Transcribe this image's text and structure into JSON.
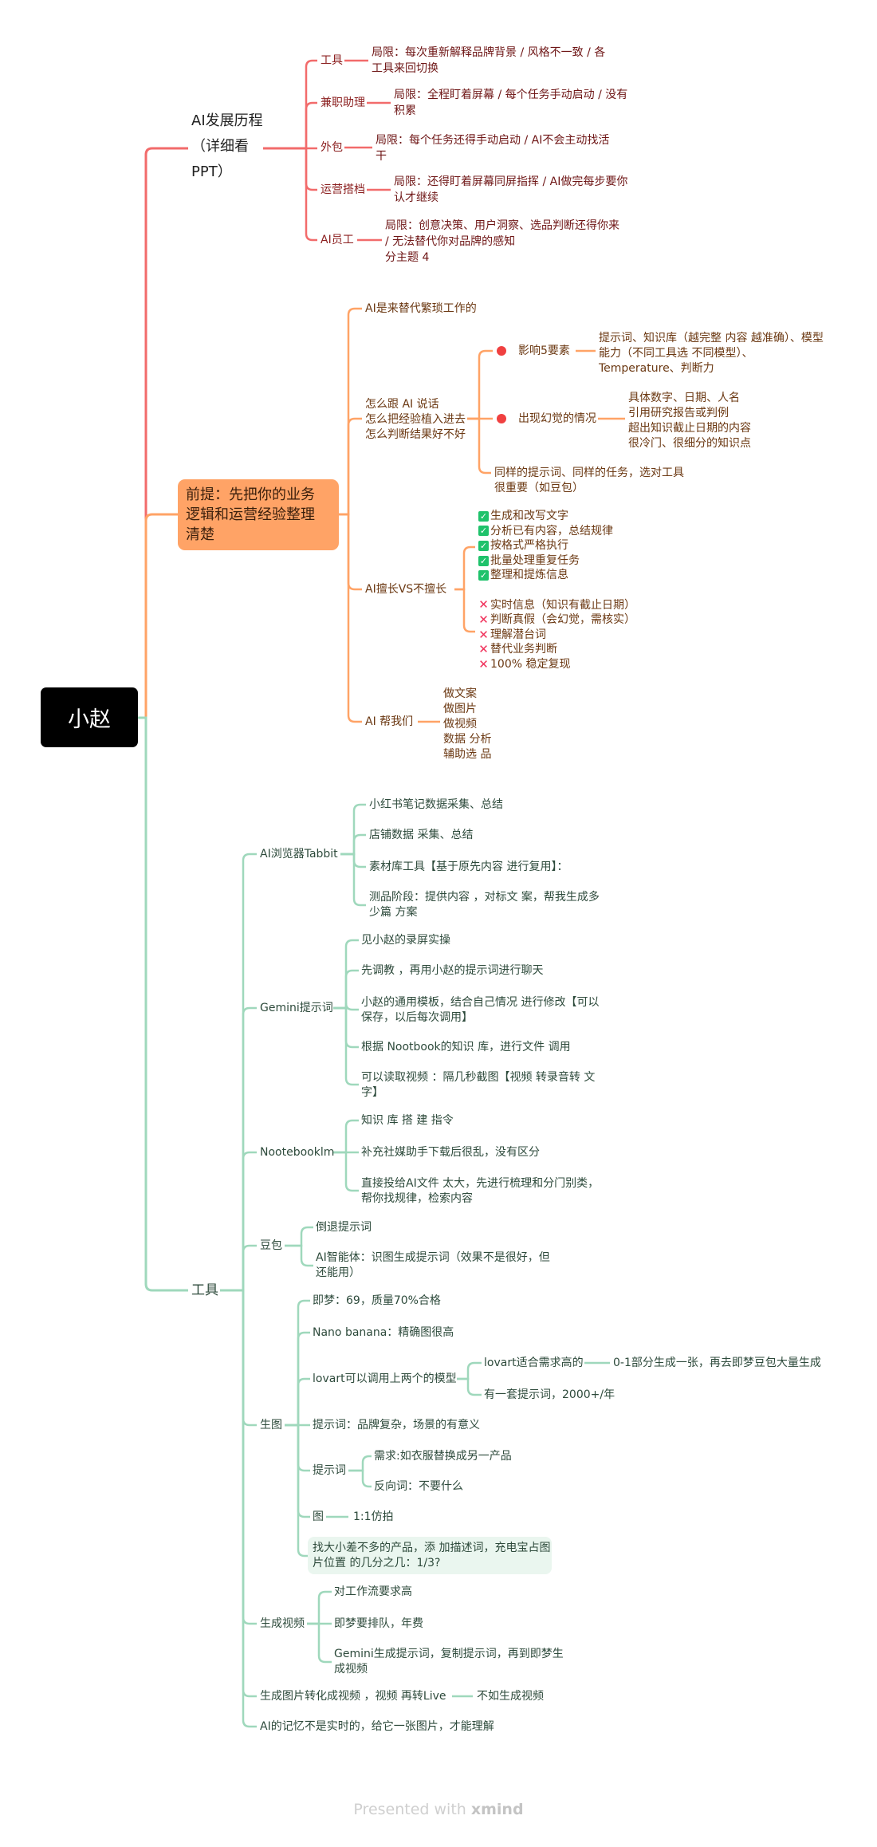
{
  "root": {
    "label": "小赵"
  },
  "history": {
    "label": "AI发展历程\n（详细看\nPPT）",
    "items": [
      {
        "label": "工具",
        "detail": "局限：每次重新解释品牌背景 / 风格不一致 / 各\n工具来回切换"
      },
      {
        "label": "兼职助理",
        "detail": "局限：全程盯着屏幕 / 每个任务手动启动 / 没有\n积累"
      },
      {
        "label": "外包",
        "detail": "局限：每个任务还得手动启动 / AI不会主动找活\n干"
      },
      {
        "label": "运营搭档",
        "detail": "局限：还得盯着屏幕同屏指挥 / AI做完每步要你\n认才继续"
      },
      {
        "label": "AI员工",
        "detail": "局限：创意决策、用户洞察、选品判断还得你来\n/ 无法替代你对品牌的感知\n分主题 4"
      }
    ]
  },
  "premise": {
    "label": "前提：先把你的业务\n逻辑和运营经验整理\n清楚",
    "replace": "AI是来替代繁琐工作的",
    "talk": {
      "label": "怎么跟 AI 说话\n怎么把经验植入进去\n怎么判断结果好不好",
      "factors": {
        "label": "影响5要素",
        "detail": "提示词、知识库（越完整 内容 越准确）、模型\n能力（不同工具选 不同模型）、\nTemperature、判断力"
      },
      "hallucination": {
        "label": "出现幻觉的情况",
        "detail": "具体数字、日期、人名\n引用研究报告或判例\n超出知识截止日期的内容\n很冷门、很细分的知识点"
      },
      "tool_choice": "同样的提示词、同样的任务，选对工具\n很重要（如豆包）"
    },
    "skills": {
      "label": "AI擅长VS不擅长",
      "good": [
        "生成和改写文字",
        "分析已有内容，总结规律",
        "按格式严格执行",
        "批量处理重复任务",
        "整理和提炼信息"
      ],
      "bad": [
        "实时信息（知识有截止日期）",
        "判断真假（会幻觉，需核实）",
        "理解潜台词",
        "替代业务判断",
        "100% 稳定复现"
      ]
    },
    "helps": {
      "label": "AI 帮我们",
      "detail": "做文案\n做图片\n做视频\n数据 分析\n辅助选 品"
    }
  },
  "tools": {
    "label": "工具",
    "tabbit": {
      "label": "AI浏览器Tabbit",
      "items": [
        "小红书笔记数据采集、总结",
        "店铺数据 采集、总结",
        "素材库工具【基于原先内容 进行复用】：",
        "测品阶段：提供内容 ，对标文 案，帮我生成多\n少篇 方案"
      ]
    },
    "gemini": {
      "label": "Gemini提示词",
      "items": [
        "见小赵的录屏实操",
        "先调教 ，再用小赵的提示词进行聊天",
        "小赵的通用模板，结合自己情况 进行修改【可以\n保存，以后每次调用】",
        "根据 Nootbook的知识 库，进行文件 调用",
        "可以读取视频 ：隔几秒截图【视频 转录音转 文\n字】"
      ]
    },
    "notebook": {
      "label": "Nootebooklm",
      "items": [
        "知识 库 搭 建 指令",
        "补充社媒助手下载后很乱，没有区分",
        "直接投给AI文件 太大，先进行梳理和分门别类，\n帮你找规律，检索内容"
      ]
    },
    "doubao": {
      "label": "豆包",
      "items": [
        "倒退提示词",
        "AI智能体：识图生成提示词（效果不是很好，但\n还能用）"
      ]
    },
    "image": {
      "label": "生图",
      "jimeng": "即梦：69，质量70%合格",
      "nano": "Nano banana：精确图很高",
      "lovart": {
        "label": "lovart可以调用上两个的模型",
        "fit": "lovart适合需求高的",
        "fit_detail": "0-1部分生成一张，再去即梦豆包大量生成",
        "price": "有一套提示词，2000+/年"
      },
      "prompt_brand": "提示词：品牌复杂，场景的有意义",
      "prompt": {
        "label": "提示词",
        "items": [
          "需求:如衣服替换成另一产品",
          "反向词：不要什么"
        ]
      },
      "pic": {
        "label": "图",
        "detail": "1:1仿拍"
      },
      "tip": "找大小差不多的产品，添 加描述词，充电宝占图\n片位置 的几分之几：1/3?"
    },
    "video": {
      "label": "生成视频",
      "items": [
        "对工作流要求高",
        "即梦要排队，年费",
        "Gemini生成提示词，复制提示词，再到即梦生\n成视频"
      ]
    },
    "live": {
      "label": "生成图片转化成视频 ，视频 再转Live",
      "detail": "不如生成视频"
    },
    "memory": "AI的记忆不是实时的，给它一张图片，才能理解"
  },
  "footer": {
    "prefix": "Presented with ",
    "brand": "xmind"
  },
  "colors": {
    "red": "#f26b6b",
    "orange": "#ffa366",
    "green": "#9fd8bc"
  }
}
